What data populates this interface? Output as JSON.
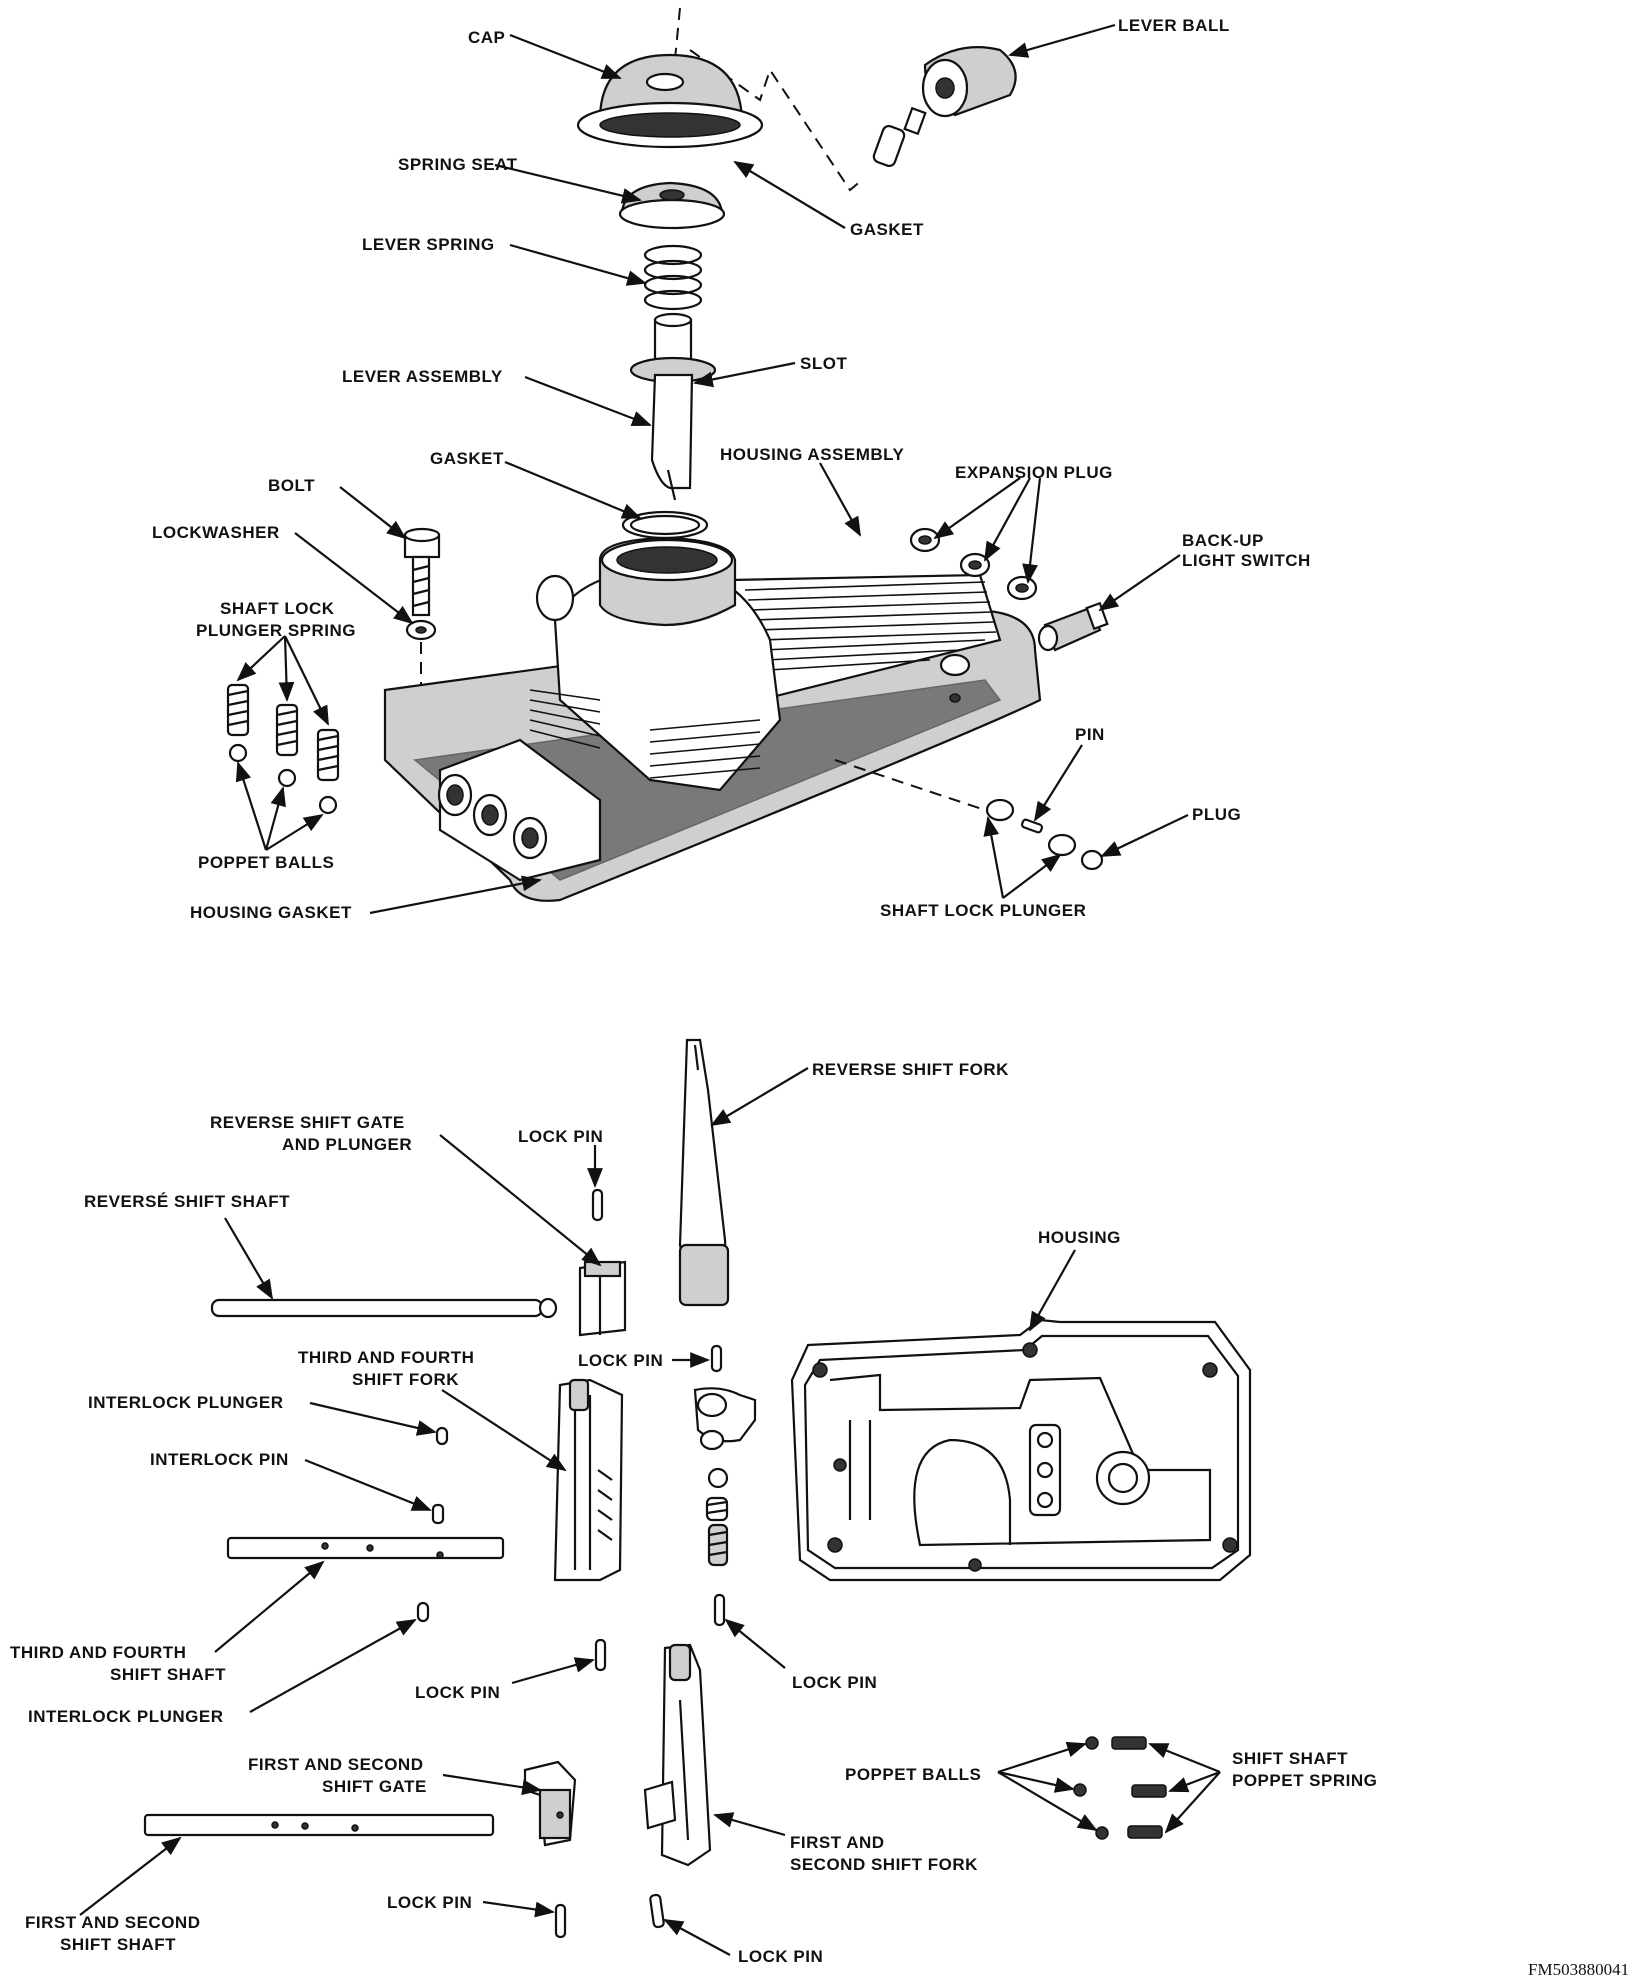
{
  "labels": {
    "cap": "CAP",
    "lever_ball": "LEVER BALL",
    "spring_seat": "SPRING SEAT",
    "gasket_top": "GASKET",
    "lever_spring": "LEVER SPRING",
    "lever_assembly": "LEVER ASSEMBLY",
    "slot": "SLOT",
    "gasket_mid": "GASKET",
    "housing_assembly": "HOUSING ASSEMBLY",
    "bolt": "BOLT",
    "expansion_plug": "EXPANSION PLUG",
    "lockwasher": "LOCKWASHER",
    "backup_switch_l1": "BACK-UP",
    "backup_switch_l2": "LIGHT SWITCH",
    "shaft_lock_plunger_spring_l1": "SHAFT LOCK",
    "shaft_lock_plunger_spring_l2": "PLUNGER SPRING",
    "pin": "PIN",
    "plug": "PLUG",
    "poppet_balls_top": "POPPET BALLS",
    "housing_gasket": "HOUSING GASKET",
    "shaft_lock_plunger": "SHAFT LOCK PLUNGER",
    "reverse_shift_fork": "REVERSE SHIFT FORK",
    "reverse_shift_gate_l1": "REVERSE SHIFT GATE",
    "reverse_shift_gate_l2": "AND PLUNGER",
    "lock_pin_1": "LOCK PIN",
    "reverse_shift_shaft": "REVERSÉ SHIFT SHAFT",
    "housing": "HOUSING",
    "third_fourth_fork_l1": "THIRD AND FOURTH",
    "third_fourth_fork_l2": "SHIFT FORK",
    "lock_pin_2": "LOCK PIN",
    "interlock_plunger_1": "INTERLOCK PLUNGER",
    "interlock_pin": "INTERLOCK PIN",
    "third_fourth_shaft_l1": "THIRD AND FOURTH",
    "third_fourth_shaft_l2": "SHIFT SHAFT",
    "lock_pin_3": "LOCK PIN",
    "lock_pin_4": "LOCK PIN",
    "interlock_plunger_2": "INTERLOCK PLUNGER",
    "first_second_gate_l1": "FIRST AND SECOND",
    "first_second_gate_l2": "SHIFT GATE",
    "poppet_balls_bottom": "POPPET BALLS",
    "shift_shaft_poppet_spring_l1": "SHIFT SHAFT",
    "shift_shaft_poppet_spring_l2": "POPPET SPRING",
    "first_second_fork_l1": "FIRST AND",
    "first_second_fork_l2": "SECOND SHIFT FORK",
    "first_second_shaft_l1": "FIRST AND SECOND",
    "first_second_shaft_l2": "SHIFT SHAFT",
    "lock_pin_5": "LOCK PIN",
    "lock_pin_6": "LOCK PIN"
  },
  "figure_id": "FM503880041"
}
